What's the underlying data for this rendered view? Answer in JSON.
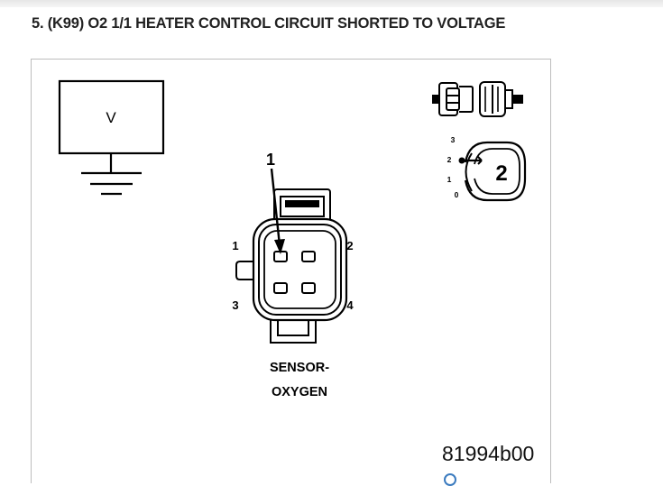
{
  "step": {
    "title": "5. (K99) O2 1/1 HEATER CONTROL CIRCUIT SHORTED TO VOLTAGE"
  },
  "figure": {
    "id": "81994b00",
    "voltmeter": {
      "symbol": "V"
    },
    "connector": {
      "callout": "1",
      "pins": [
        "1",
        "2",
        "3",
        "4"
      ],
      "name_line1": "SENSOR-",
      "name_line2": "OXYGEN"
    },
    "ignition_switch": {
      "positions": [
        "3",
        "2",
        "1",
        "0"
      ],
      "selected": "2"
    }
  }
}
